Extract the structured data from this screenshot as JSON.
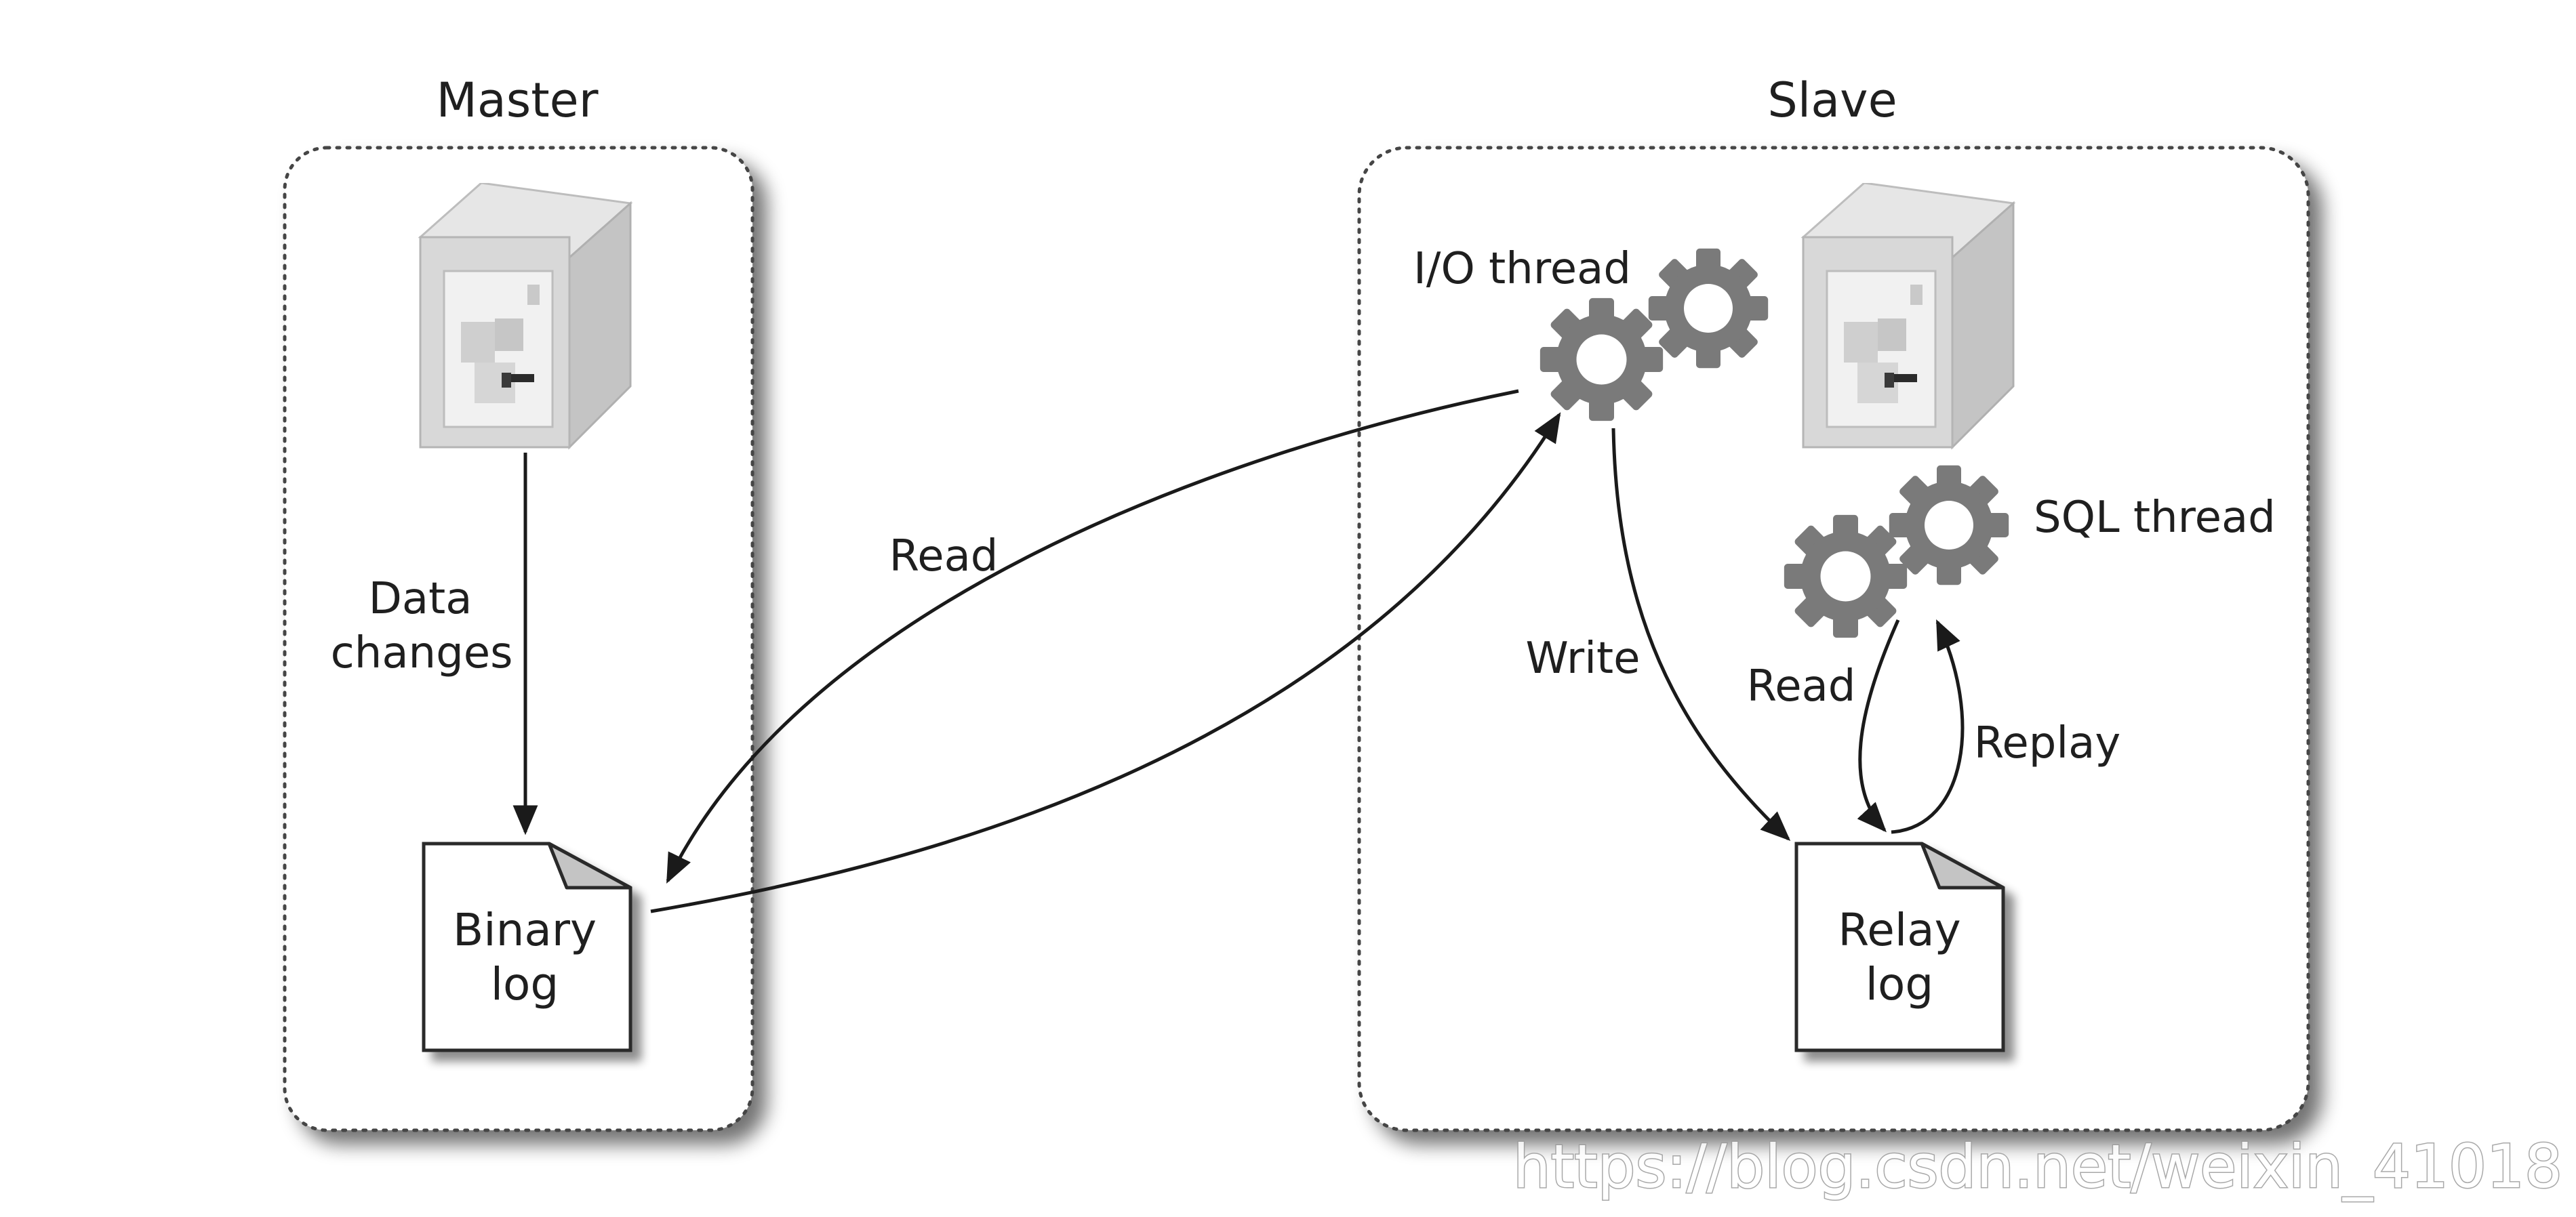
{
  "master": {
    "title": "Master",
    "data_changes": [
      "Data",
      "changes"
    ],
    "binary_log": [
      "Binary",
      "log"
    ]
  },
  "slave": {
    "title": "Slave",
    "io_thread": "I/O thread",
    "sql_thread": "SQL thread",
    "relay_log": [
      "Relay",
      "log"
    ]
  },
  "edges": {
    "read_binlog": "Read",
    "write_relay": "Write",
    "read_relay": "Read",
    "replay": "Replay"
  },
  "watermark": "https://blog.csdn.net/weixin_41018"
}
